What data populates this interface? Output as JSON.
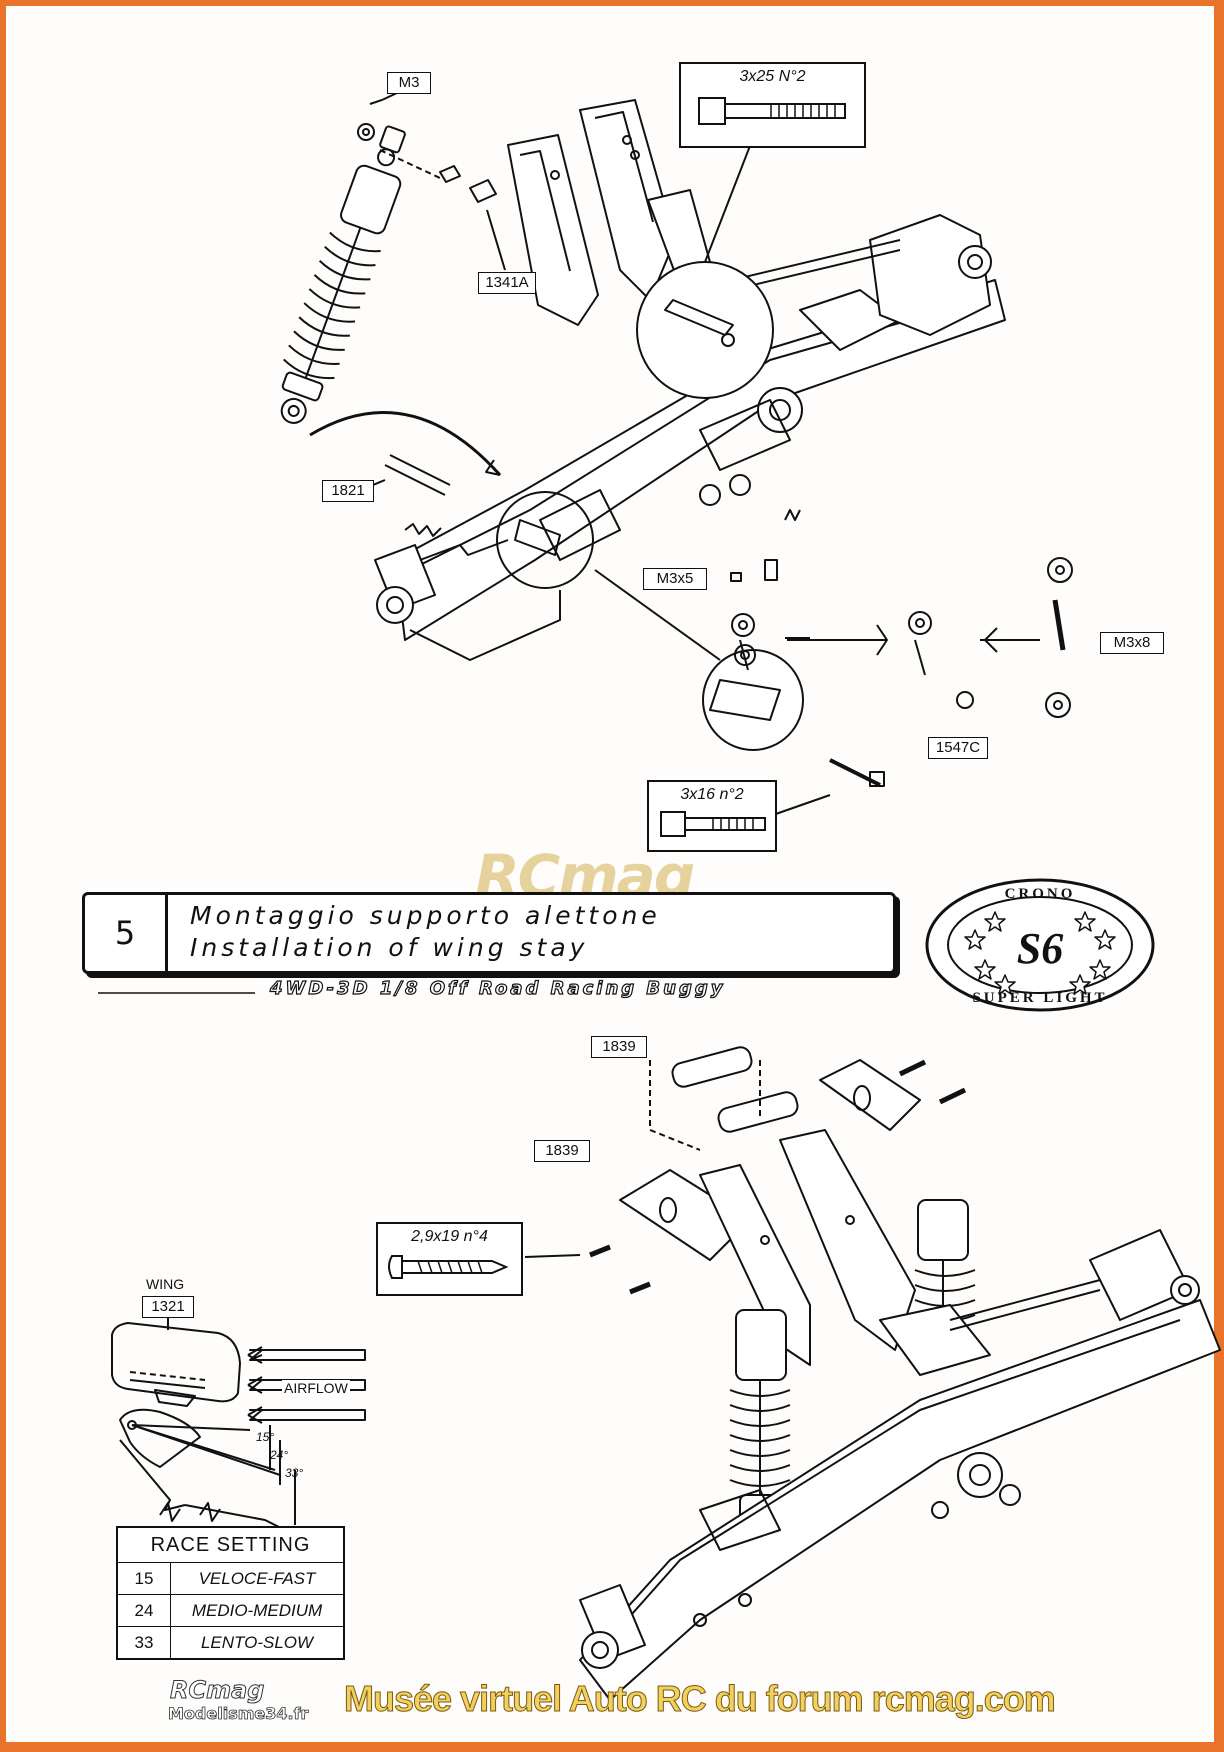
{
  "step": {
    "number": "5",
    "title_it": "Montaggio supporto alettone",
    "title_en": "Installation of wing stay"
  },
  "subtitle": "4WD-3D 1/8 Off Road Racing Buggy",
  "badge": {
    "top": "CRONO",
    "center": "S6",
    "bottom": "SUPER LIGHT"
  },
  "labels": {
    "m3": "M3",
    "p1341a": "1341A",
    "p1821": "1821",
    "m3x5": "M3x5",
    "m3x8": "M3x8",
    "p1547c": "1547C",
    "p1839_top": "1839",
    "p1839_left": "1839",
    "p1321": "1321"
  },
  "screws": {
    "top": "3x25  N°2",
    "mid": "3x16  n°2",
    "bottom": "2,9x19  n°4"
  },
  "wing": {
    "title": "WING",
    "airflow": "AIRFLOW",
    "angle1": "15°",
    "angle2": "24°",
    "angle3": "33°"
  },
  "race_setting": {
    "header": "RACE SETTING",
    "rows": [
      {
        "value": "15",
        "label": "VELOCE-FAST"
      },
      {
        "value": "24",
        "label": "MEDIO-MEDIUM"
      },
      {
        "value": "33",
        "label": "LENTO-SLOW"
      }
    ]
  },
  "watermark": {
    "logo": "RCmag",
    "site": "Modelisme34.fr",
    "footer": "Musée virtuel Auto RC du forum rcmag.com"
  },
  "colors": {
    "border": "#e8742c",
    "footer_text": "#f2d060",
    "ink": "#111111"
  }
}
